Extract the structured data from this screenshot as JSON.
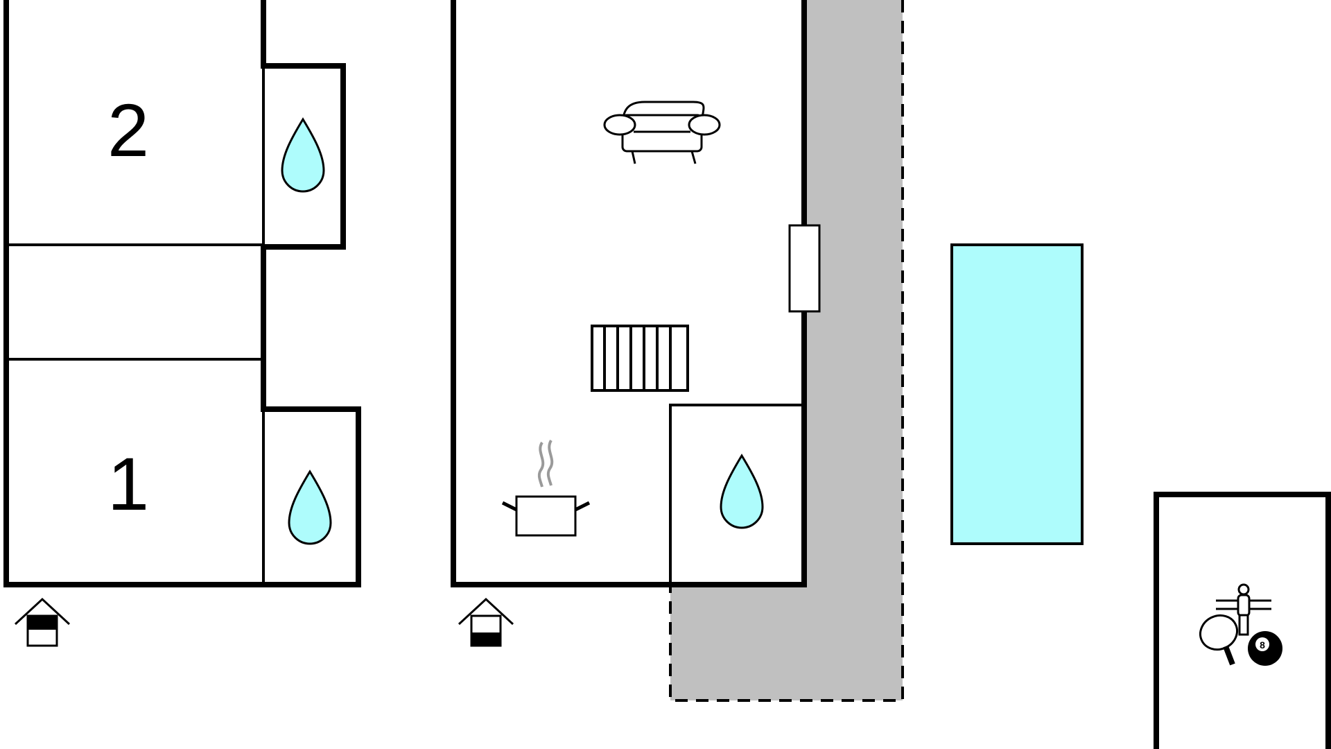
{
  "floorplan": {
    "rooms": [
      {
        "id": "bedroom-2",
        "label": "2"
      },
      {
        "id": "bedroom-1",
        "label": "1"
      }
    ],
    "icons": {
      "bathroom": "water-drop-icon",
      "living": "sofa-icon",
      "stairs": "stairs-icon",
      "kitchen": "cooking-pot-icon",
      "entrance": "entrance-house-icon",
      "games": "games-icon",
      "billiard_ball": "8"
    },
    "colors": {
      "wall": "#000000",
      "water": "#aefcfc",
      "terrace": "#c0c0c0",
      "pool": "#aefcfc",
      "steam": "#9a9a9a"
    }
  }
}
